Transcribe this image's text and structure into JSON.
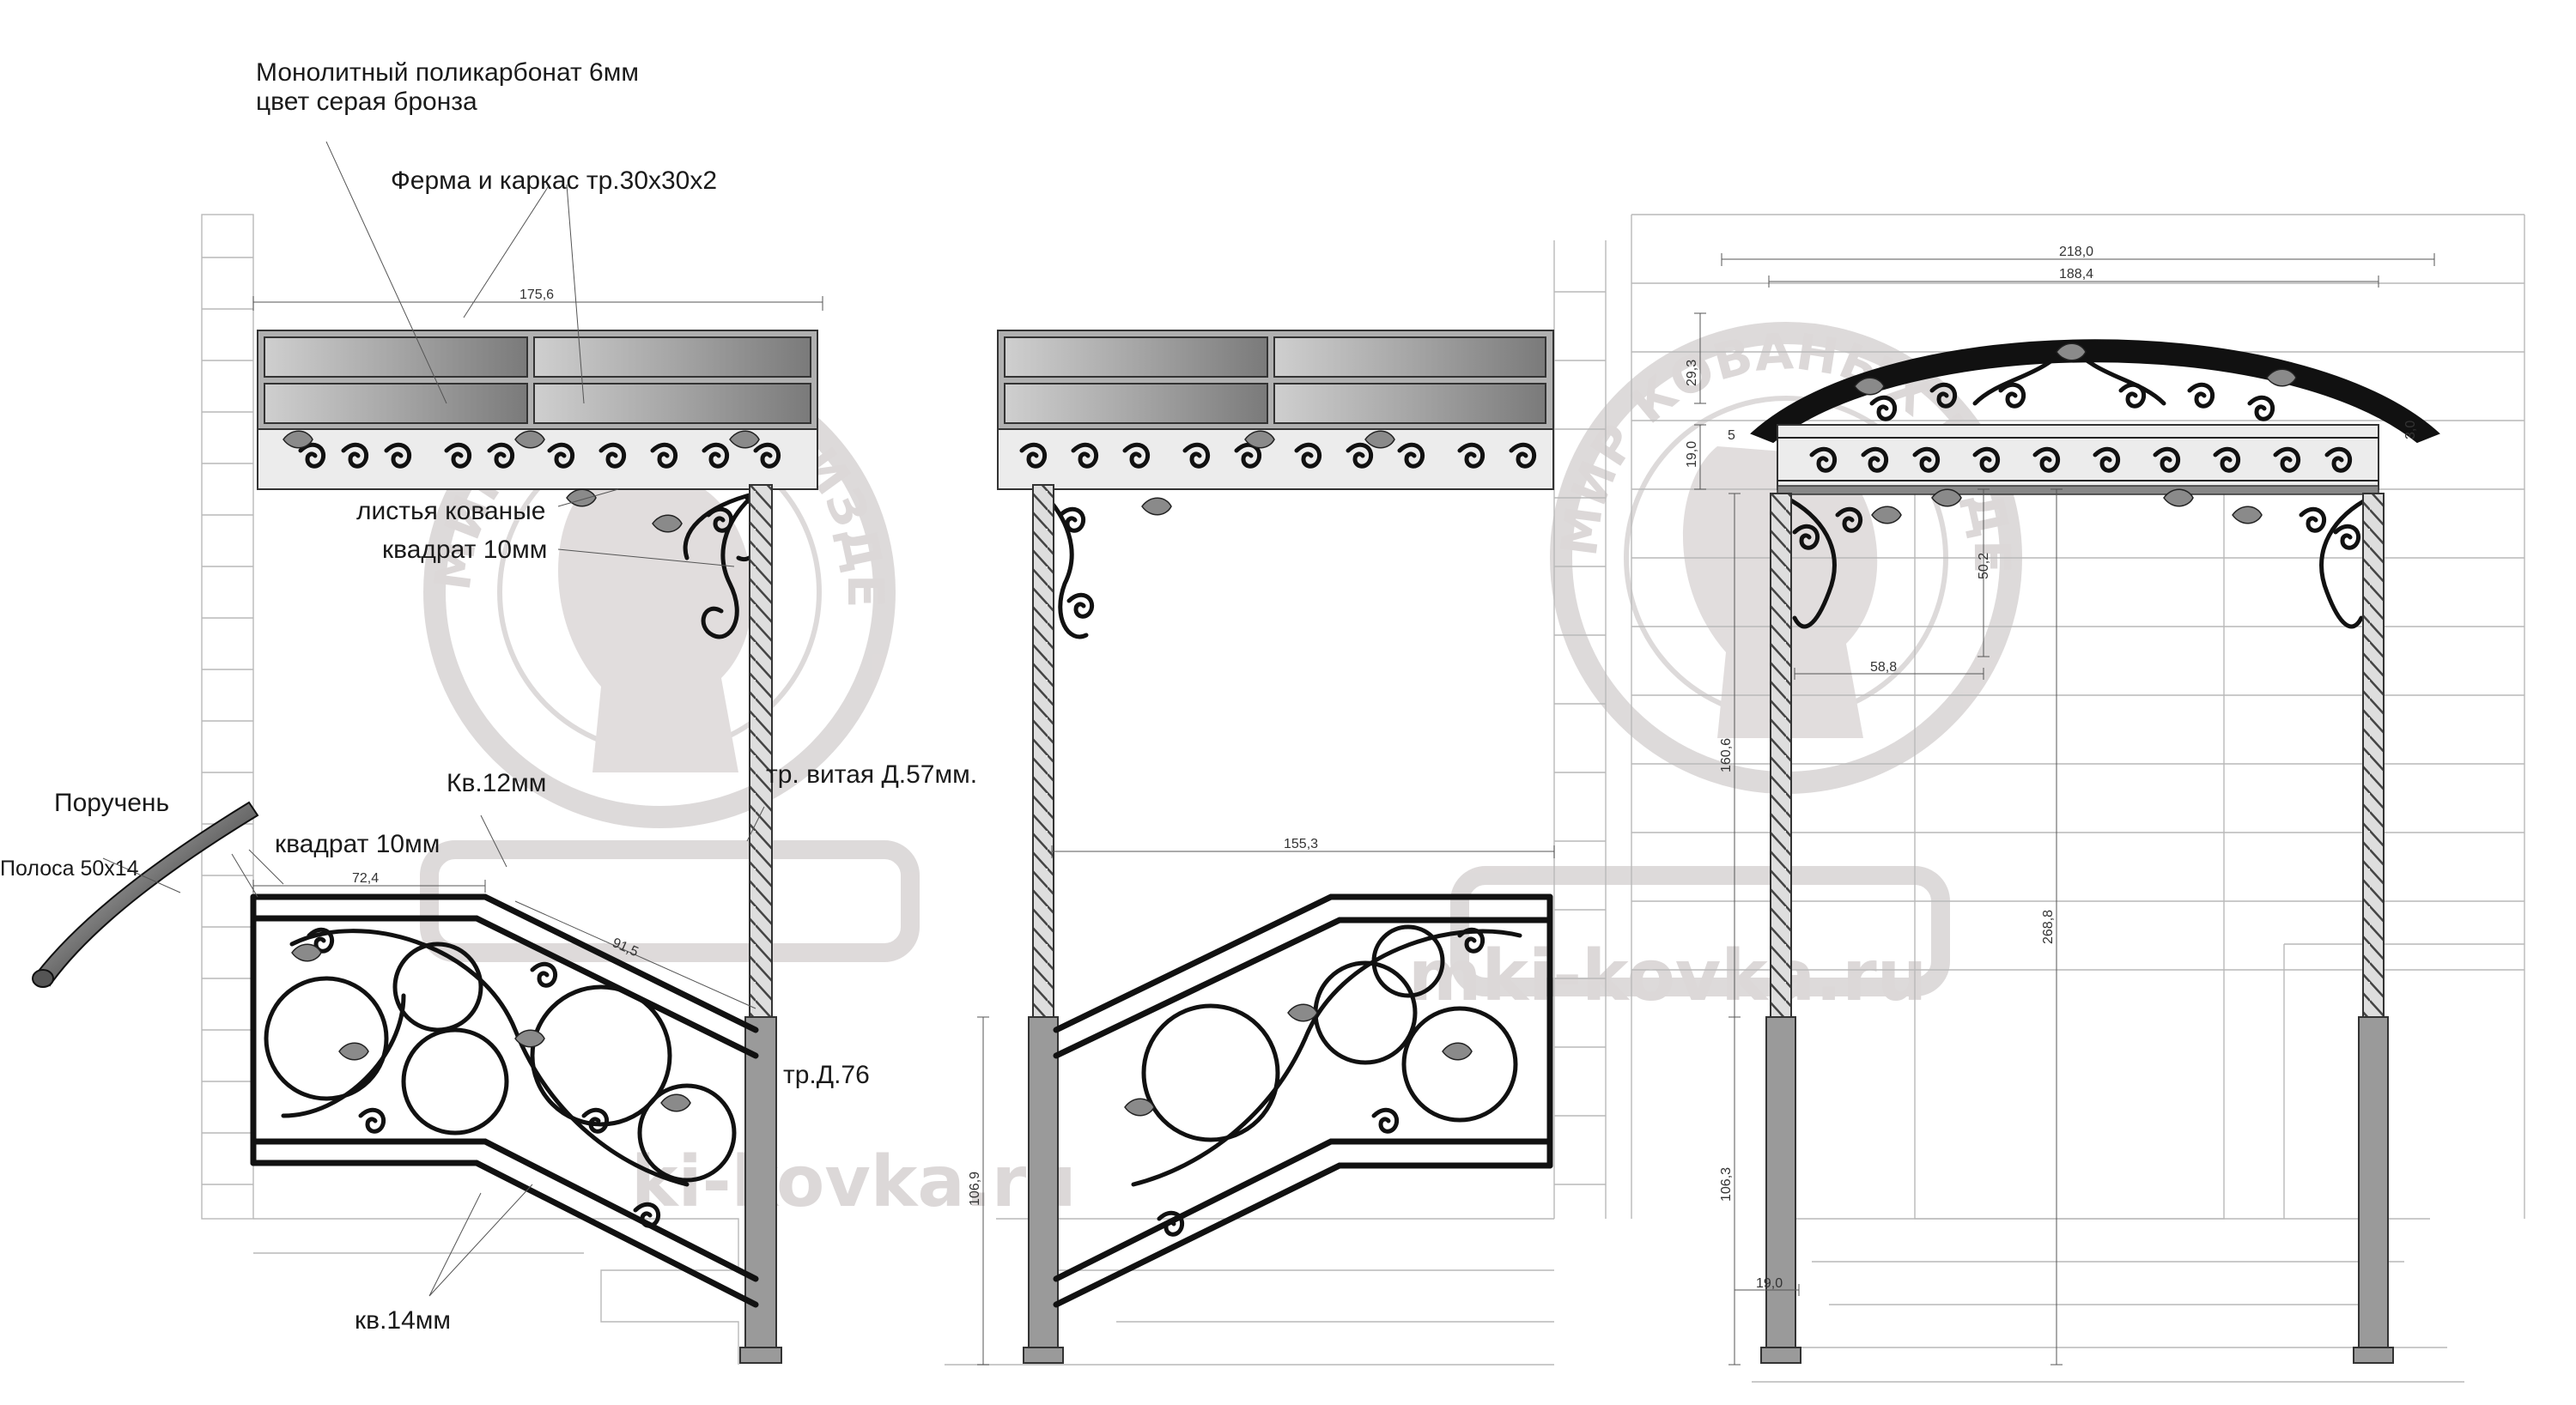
{
  "labels": {
    "polycarbonate_line1": "Монолитный поликарбонат 6мм",
    "polycarbonate_line2": "цвет серая бронза",
    "frame": "Ферма и каркас тр.30х30х2",
    "leaves_line1": "листья кованые",
    "leaves_line2": "квадрат 10мм",
    "twisted_pipe": "тр. витая Д.57мм.",
    "sq12": "Кв.12мм",
    "sq10": "квадрат 10мм",
    "handrail": "Поручень",
    "strip": "Полоса 50х14",
    "pipe76": "тр.Д.76",
    "sq14": "кв.14мм"
  },
  "dimensions": {
    "d175": "175,6",
    "d155": "155,3",
    "d72": "72,4",
    "d91": "91,5",
    "d106_9": "106,9",
    "d218": "218,0",
    "d188": "188,4",
    "d29": "29,3",
    "d19a": "19,0",
    "d5a": "5",
    "d50": "50,2",
    "d58": "58,8",
    "d160": "160,6",
    "d268": "268,8",
    "d106_3": "106,3",
    "d19b": "19,0",
    "d3": "3,0"
  },
  "watermark": {
    "ring_text": "МИР КОВАНЫХ ИЗДЕЛИЙ",
    "site_center": "mki-kovka.ru",
    "site_left": "ki-kovka.ru"
  },
  "colors": {
    "iron": "#111111",
    "post": "#9a9a9a",
    "watermark": "#d6d2d2",
    "wall": "#b9b9b9"
  }
}
